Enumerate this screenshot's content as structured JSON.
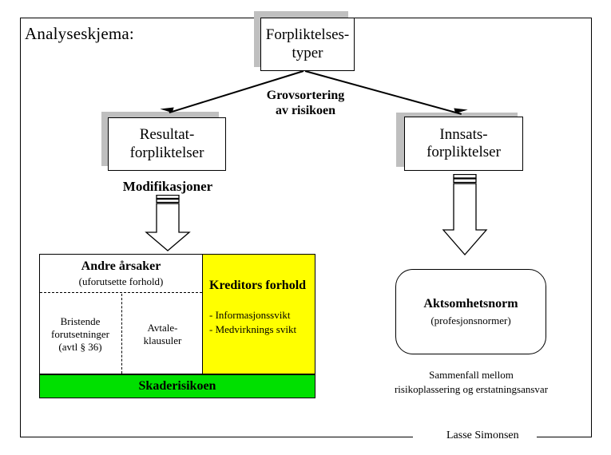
{
  "page": {
    "title_label": "Analyseskjema:",
    "signature": "Lasse Simonsen",
    "colors": {
      "shadow": "#bfbfbf",
      "kreditor_fill": "#ffff00",
      "skaderisiko_fill": "#00e000",
      "stroke": "#000000",
      "background": "#ffffff"
    }
  },
  "nodes": {
    "top": {
      "line1": "Forpliktelses-",
      "line2": "typer"
    },
    "branch_label": {
      "line1": "Grovsortering",
      "line2": "av risikoen"
    },
    "left": {
      "line1": "Resultat-",
      "line2": "forpliktelser"
    },
    "right": {
      "line1": "Innsats-",
      "line2": "forpliktelser"
    },
    "modifications_label": "Modifikasjoner",
    "aktsomhet": {
      "line1": "Aktsomhetsnorm",
      "line2": "(profesjonsnormer)"
    },
    "sammenfall": {
      "line1": "Sammenfall mellom",
      "line2": "risikoplassering og erstatningsansvar"
    }
  },
  "risk_table": {
    "andre_arsaker": {
      "heading": "Andre årsaker",
      "sub": "(uforutsette forhold)"
    },
    "bristende": {
      "line1": "Bristende",
      "line2": "forutsetninger",
      "line3": "(avtl § 36)"
    },
    "avtale": {
      "line1": "Avtale-",
      "line2": "klausuler"
    },
    "kreditors": {
      "heading": "Kreditors forhold",
      "bullet1": "- Informasjonssvikt",
      "bullet2": "- Medvirknings svikt"
    },
    "skaderisikoen": "Skaderisikoen"
  },
  "icons": {
    "arrow_down_block": "block-arrow-down",
    "arrow_connector": "line-arrow"
  }
}
